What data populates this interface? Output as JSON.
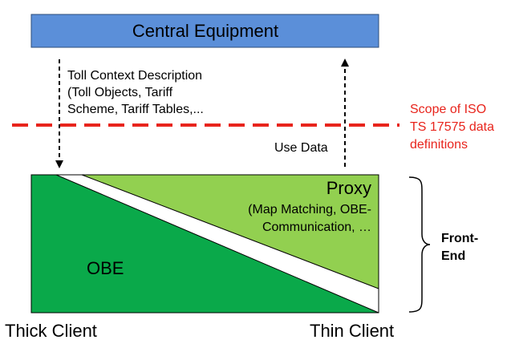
{
  "central_equipment": {
    "label": "Central Equipment"
  },
  "toll_context": {
    "lines": [
      "Toll Context Description",
      "(Toll Objects, Tariff",
      "Scheme, Tariff Tables,..."
    ]
  },
  "use_data": {
    "label": "Use Data"
  },
  "scope": {
    "lines": [
      "Scope of ISO",
      "TS 17575 data",
      "definitions"
    ]
  },
  "proxy": {
    "title": "Proxy",
    "lines": [
      "(Map Matching, OBE-",
      "Communication, …"
    ]
  },
  "obe": {
    "label": "OBE"
  },
  "front_end": {
    "lines": [
      "Front-",
      "End"
    ]
  },
  "clients": {
    "thick": "Thick Client",
    "thin": "Thin Client"
  },
  "colors": {
    "central_box": "#5b8fd9",
    "obe": "#0aa94a",
    "proxy": "#92d050",
    "scope": "#e8241c"
  }
}
